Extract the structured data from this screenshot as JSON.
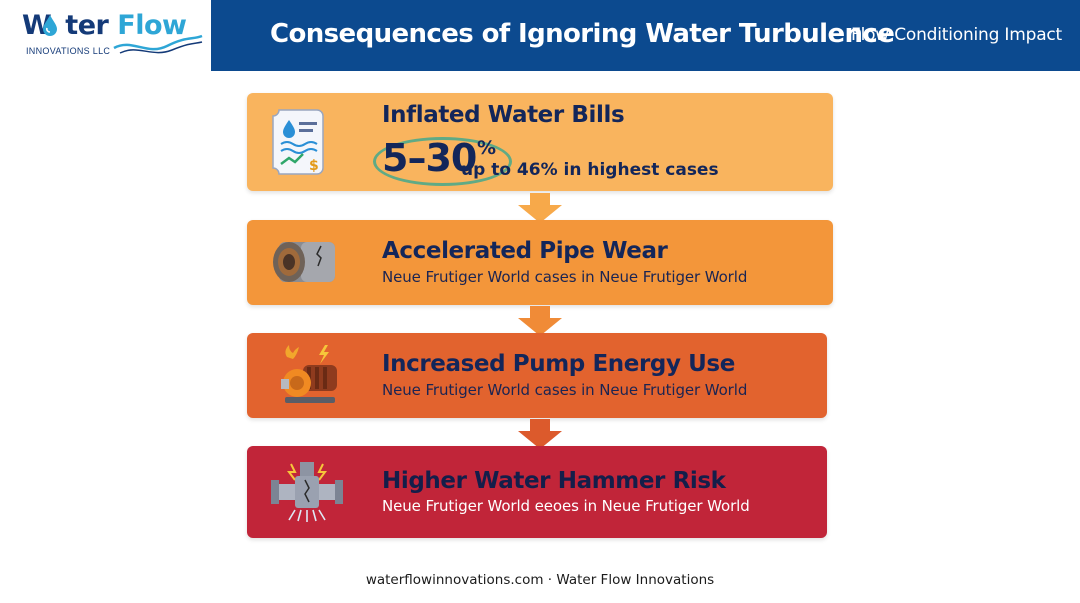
{
  "brand": {
    "logo_main_w": "W",
    "logo_main_rest": "ter",
    "logo_flow": "Flow",
    "logo_sub": "INNOVATIONS LLC"
  },
  "header": {
    "title": "Consequences of Ignoring Water Turbulence",
    "subtitle": "Flow Conditioning Impact",
    "background_color": "#0c4a8f"
  },
  "cards": [
    {
      "title": "Inflated Water Bills",
      "stat_value": "5–30",
      "stat_unit": "%",
      "stat_note": "up to 46% in highest cases",
      "icon": "water-bill-icon",
      "color": "#f9b45e"
    },
    {
      "title": "Accelerated Pipe Wear",
      "subtitle": "Neue Frutiger World cases in Neue Frutiger World",
      "icon": "corroded-pipe-icon",
      "color": "#f3963a"
    },
    {
      "title": "Increased Pump Energy Use",
      "subtitle": "Neue Frutiger World cases in Neue Frutiger World",
      "icon": "pump-energy-icon",
      "color": "#e2632e"
    },
    {
      "title": "Higher Water Hammer Risk",
      "subtitle": "Neue Frutiger World eeoes in Neue Frutiger World",
      "icon": "cracked-valve-icon",
      "color": "#c12539"
    }
  ],
  "footer": {
    "text": "waterflowinnovations.com · Water Flow Innovations"
  }
}
